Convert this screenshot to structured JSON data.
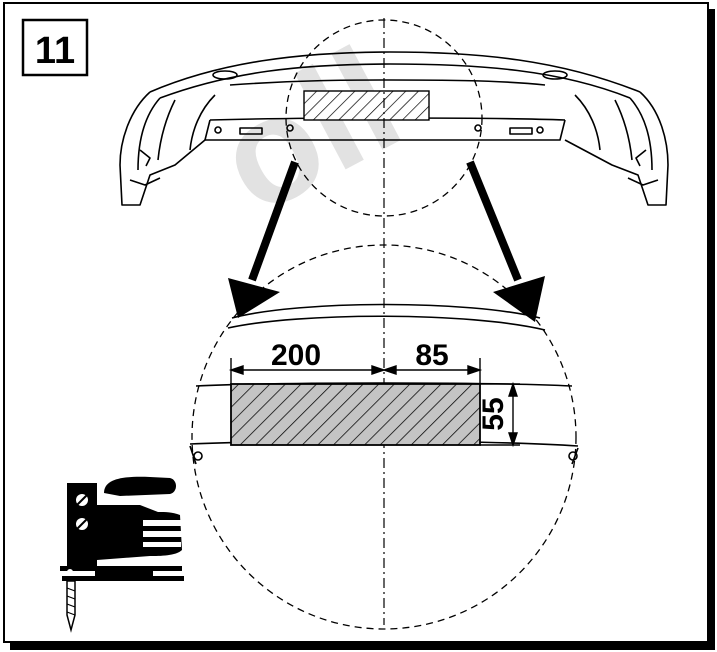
{
  "step": {
    "number": "11"
  },
  "dimensions": {
    "left_width": "200",
    "right_width": "85",
    "height": "55"
  },
  "watermark": {
    "text": "oll"
  },
  "colors": {
    "ink": "#000000",
    "paper": "#ffffff",
    "watermark": "#e2e2e2",
    "hatch_fill": "#c8c8c8",
    "frame_shadow": "#000000"
  },
  "icons": {
    "tool": "jigsaw-icon",
    "arrows": "pointer-arrow-icon"
  }
}
